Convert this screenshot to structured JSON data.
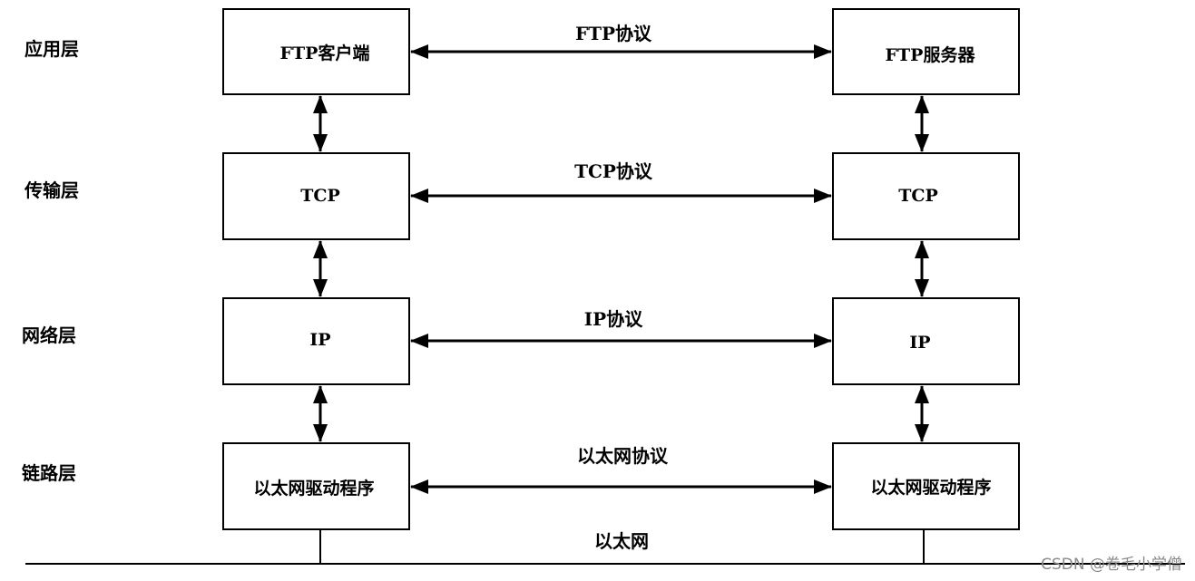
{
  "layers": [
    {
      "key": "app",
      "name": "应用层",
      "left_box": "FTP客户端",
      "right_box": "FTP服务器",
      "protocol": "FTP协议"
    },
    {
      "key": "transport",
      "name": "传输层",
      "left_box": "TCP",
      "right_box": "TCP",
      "protocol": "TCP协议"
    },
    {
      "key": "network",
      "name": "网络层",
      "left_box": "IP",
      "right_box": "IP",
      "protocol": "IP协议"
    },
    {
      "key": "link",
      "name": "链路层",
      "left_box": "以太网驱动程序",
      "right_box": "以太网驱动程序",
      "protocol": "以太网协议"
    }
  ],
  "medium_label": "以太网",
  "watermark": "CSDN @卷毛小学僧",
  "colors": {
    "stroke": "#000000",
    "background": "#ffffff",
    "watermark": "#8a8a8a"
  }
}
